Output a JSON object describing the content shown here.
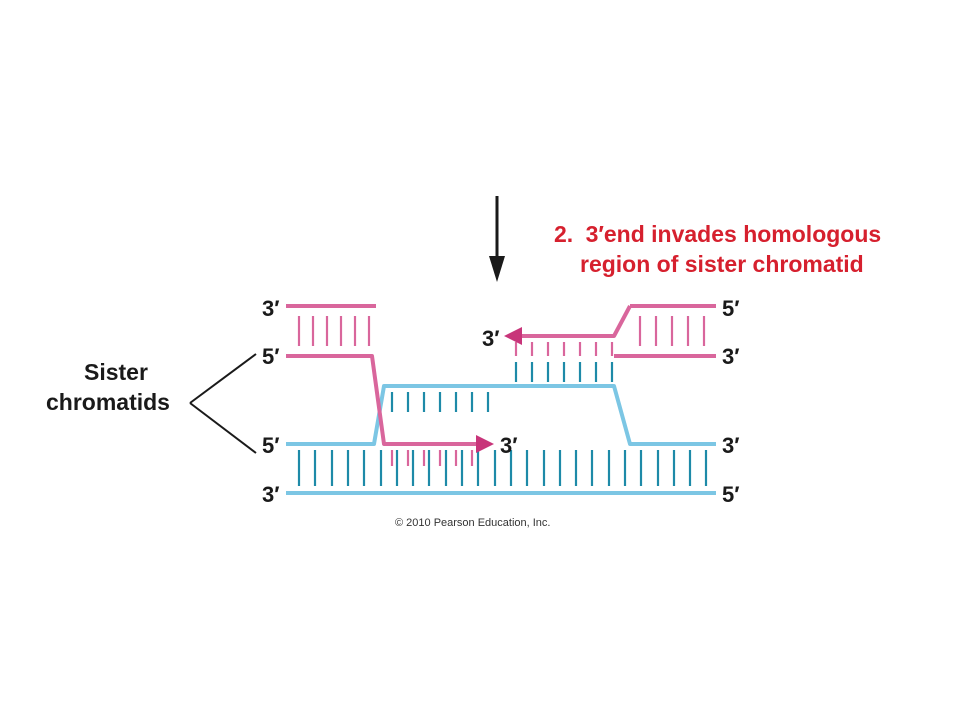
{
  "colors": {
    "pink": "#d9669c",
    "pink_dark": "#c8357a",
    "blue": "#7cc6e4",
    "teal": "#1e8aa8",
    "black": "#1a1a1a",
    "caption_red": "#d6202e"
  },
  "caption": {
    "step": "2.",
    "line1": "3′end invades homologous",
    "line2": "region of sister chromatid"
  },
  "side_label": {
    "line1": "Sister",
    "line2": "chromatids"
  },
  "end_labels": {
    "top_left_upper": "3′",
    "top_left_lower": "5′",
    "bottom_left_upper": "5′",
    "bottom_left_lower": "3′",
    "top_right_upper": "5′",
    "top_right_lower": "3′",
    "bottom_right_upper": "3′",
    "bottom_right_lower": "5′",
    "invading_tip": "3′",
    "extending_tip": "3′"
  },
  "copyright": "© 2010 Pearson Education, Inc."
}
